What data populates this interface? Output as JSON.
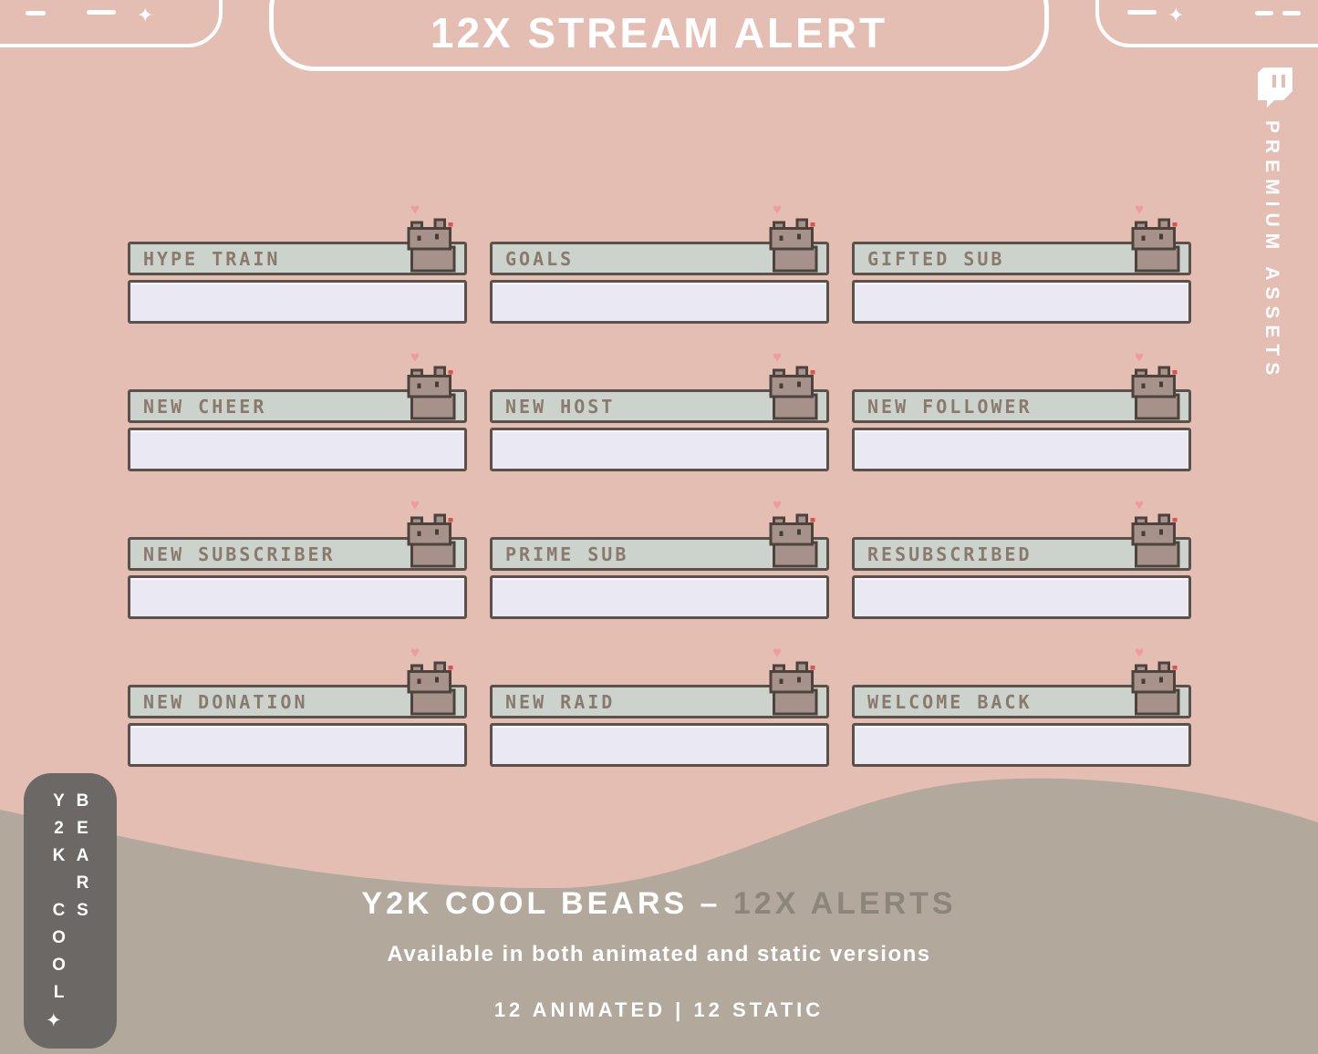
{
  "banner": {
    "title": "12X STREAM ALERT"
  },
  "premium": {
    "label": "PREMIUM ASSETS",
    "icon": "twitch-logo-icon"
  },
  "decor": {
    "heart": "♥",
    "sparkle": "✦"
  },
  "alerts": [
    {
      "label": "HYPE TRAIN"
    },
    {
      "label": "GOALS"
    },
    {
      "label": "GIFTED SUB"
    },
    {
      "label": "NEW CHEER"
    },
    {
      "label": "NEW HOST"
    },
    {
      "label": "NEW FOLLOWER"
    },
    {
      "label": "NEW SUBSCRIBER"
    },
    {
      "label": "PRIME SUB"
    },
    {
      "label": "RESUBSCRIBED"
    },
    {
      "label": "NEW DONATION"
    },
    {
      "label": "NEW RAID"
    },
    {
      "label": "WELCOME BACK"
    }
  ],
  "side_tab": {
    "sparkle": "✦",
    "line1": "Y2K COOL",
    "line2": "BEARS"
  },
  "footer": {
    "title_strong": "Y2K COOL BEARS –",
    "title_light": "12X ALERTS",
    "subtitle": "Available in both animated and static versions",
    "counts": "12 ANIMATED | 12 STATIC"
  },
  "colors": {
    "background_pink": "#e5beb3",
    "wave_taupe": "#b2a89c",
    "alert_bar_sage": "#ccd3cd",
    "alert_panel_lilac": "#eae9f3",
    "pixel_outline": "#5a514a",
    "alert_label": "#8a7a6d",
    "side_tab_gray": "#6b6865",
    "heart_pink": "#ef9c9c",
    "footer_light_gray": "#8c857a",
    "white": "#ffffff"
  }
}
